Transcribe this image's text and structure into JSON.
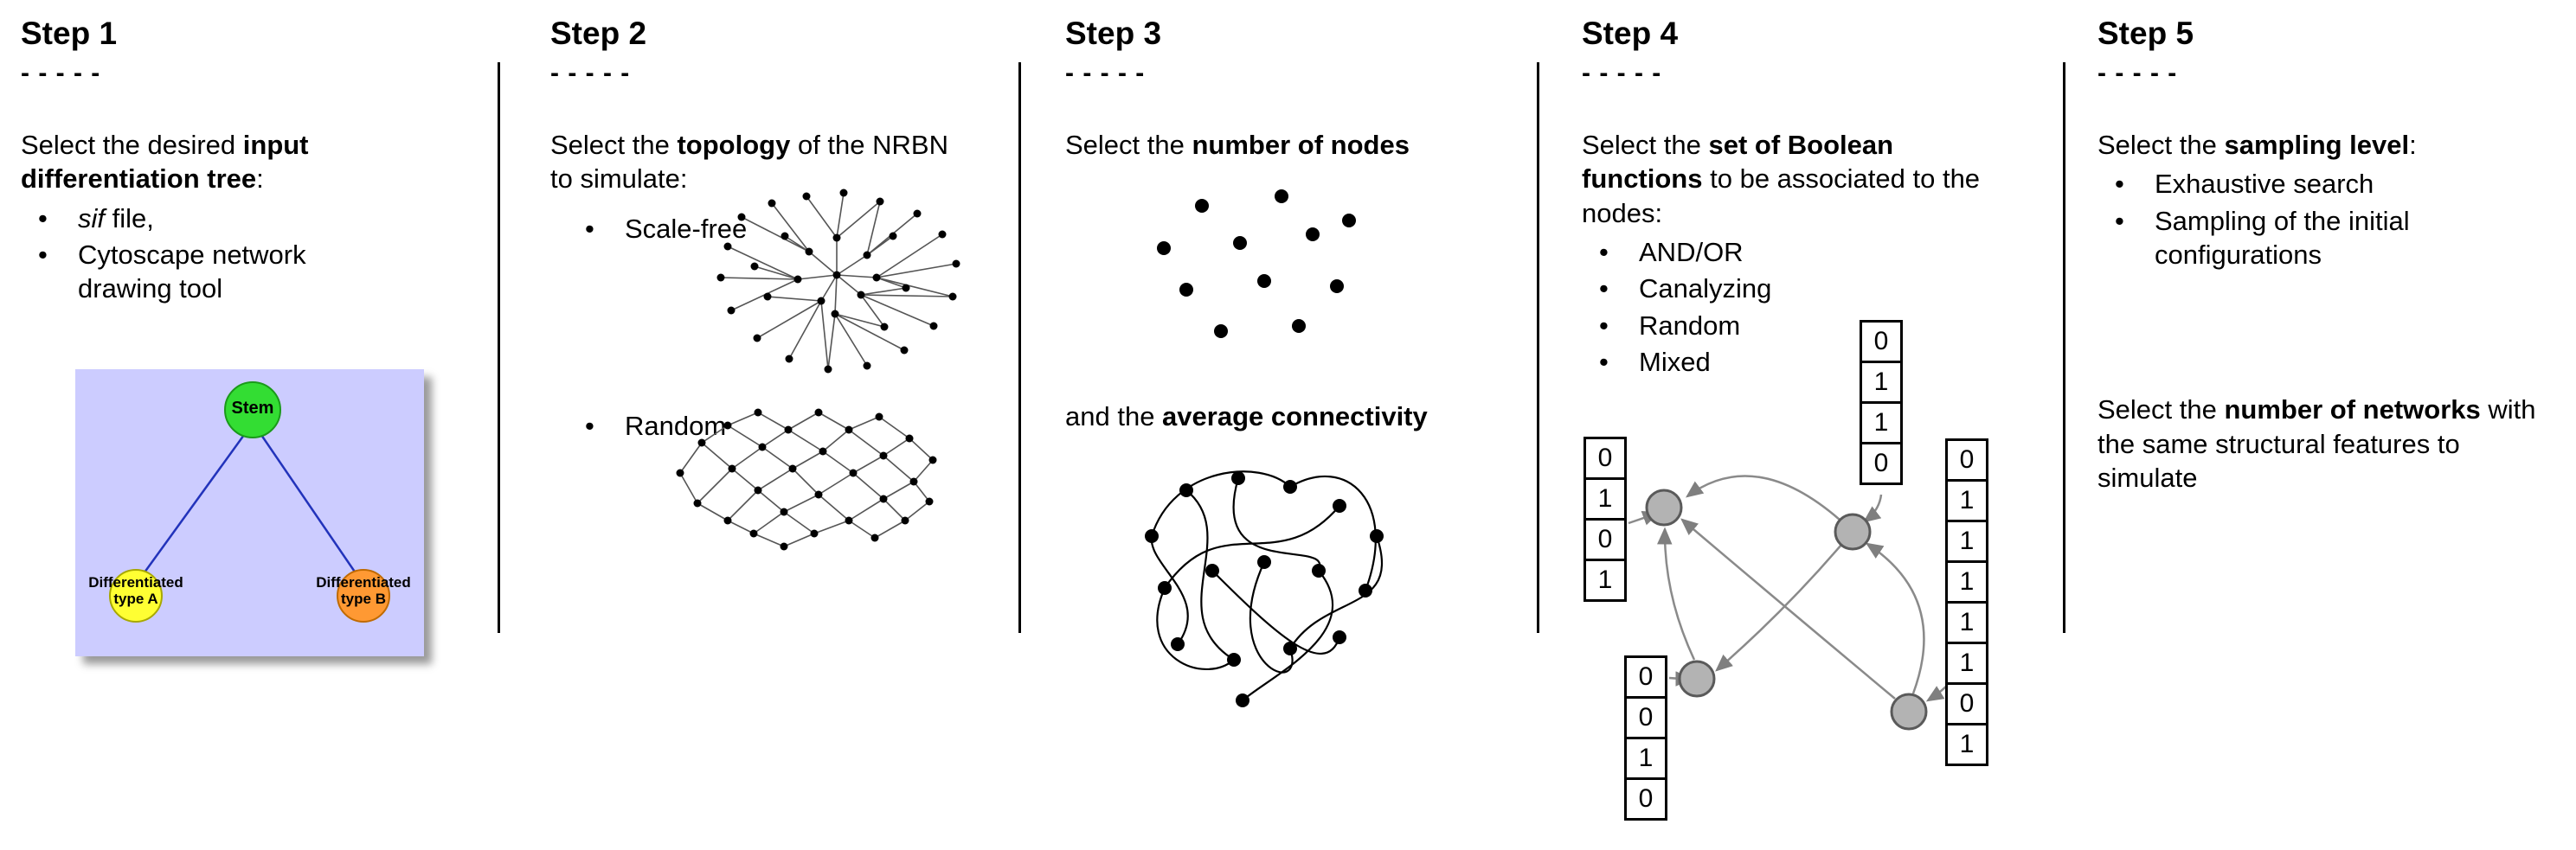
{
  "steps": [
    {
      "title": "Step 1",
      "dashes": "- - - - -",
      "intro": {
        "pre": "Select the desired ",
        "bold": "input differentiation tree",
        "post": ":"
      },
      "bullets": [
        {
          "italic": "sif",
          "post": " file,"
        },
        {
          "text": "Cytoscape network drawing tool"
        }
      ],
      "tree_diagram": {
        "stem_label": "Stem",
        "type_a_label": "Differentiated\ntype A",
        "type_b_label": "Differentiated\ntype B",
        "colors": {
          "panel_background": "#ccccff",
          "stem_node": "#33dd33",
          "type_a_node": "#ffff33",
          "type_b_node": "#ff9933",
          "edge": "#2233bb"
        }
      }
    },
    {
      "title": "Step 2",
      "dashes": "- - - - -",
      "intro": {
        "pre": "Select the ",
        "bold": "topology",
        "post": " of the NRBN to simulate:"
      },
      "bullets": [
        {
          "text": "Scale-free"
        },
        {
          "text": "Random"
        }
      ],
      "illustrations": {
        "scale_free": "scale-free-network-graph",
        "random": "random-network-graph"
      }
    },
    {
      "title": "Step 3",
      "dashes": "- - - - -",
      "intro": {
        "pre": "Select the ",
        "bold": "number of nodes",
        "post": ""
      },
      "intro2": {
        "pre": "and the ",
        "bold": "average connectivity",
        "post": ""
      },
      "illustrations": {
        "nodes": "scattered-nodes-graph",
        "connectivity": "connected-curves-graph"
      }
    },
    {
      "title": "Step 4",
      "dashes": "- - - - -",
      "intro": {
        "pre": "Select the ",
        "bold": "set of Boolean functions",
        "post": " to be associated to the nodes:"
      },
      "bullets": [
        {
          "text": "AND/OR"
        },
        {
          "text": "Canalyzing"
        },
        {
          "text": "Random"
        },
        {
          "text": "Mixed"
        }
      ],
      "boolean_tables": {
        "top": [
          "0",
          "1",
          "1",
          "0"
        ],
        "left": [
          "0",
          "1",
          "0",
          "1"
        ],
        "bottom_left": [
          "0",
          "0",
          "1",
          "0"
        ],
        "right": [
          "0",
          "1",
          "1",
          "1",
          "1",
          "1",
          "0",
          "1"
        ]
      }
    },
    {
      "title": "Step 5",
      "dashes": "- - - - -",
      "intro": {
        "pre": "Select the ",
        "bold": "sampling level",
        "post": ":"
      },
      "bullets": [
        {
          "text": "Exhaustive search"
        },
        {
          "text": "Sampling of the initial configurations"
        }
      ],
      "intro2": {
        "pre": "Select the ",
        "bold": "number of networks",
        "post": " with the same structural features to simulate"
      }
    }
  ]
}
